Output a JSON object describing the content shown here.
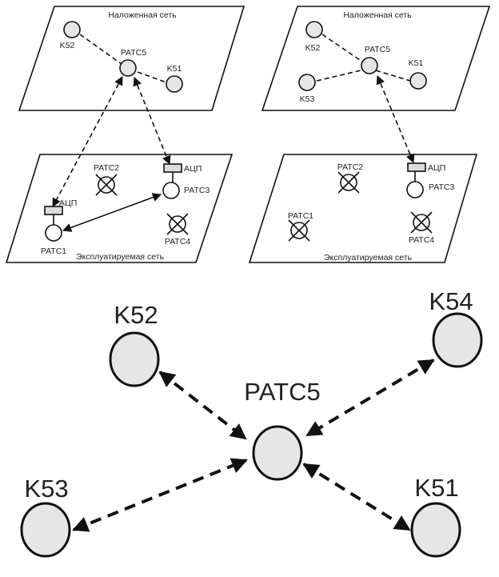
{
  "panel_left": {
    "overlay_title": "Наложенная сеть",
    "base_title": "Эксплуатируемая сеть",
    "overlay_nodes": [
      "K52",
      "РАТС5",
      "K51"
    ],
    "base_nodes": {
      "ratc1": "РАТС1",
      "ratc2": "РАТС2",
      "ratc3": "РАТС3",
      "ratc4": "РАТС4"
    },
    "adc_label": "АЦП"
  },
  "panel_right": {
    "overlay_title": "Наложенная сеть",
    "base_title": "Эксплуатируемая сеть",
    "overlay_nodes": [
      "K52",
      "РАТС5",
      "K51",
      "K53"
    ],
    "base_nodes": {
      "ratc1": "РАТС1",
      "ratc2": "РАТС2",
      "ratc3": "РАТС3",
      "ratc4": "РАТС4"
    },
    "adc_label": "АЦП"
  },
  "star": {
    "center": "РАТС5",
    "leaves": {
      "k52": "K52",
      "k54": "K54",
      "k53": "K53",
      "k51": "K51"
    }
  }
}
